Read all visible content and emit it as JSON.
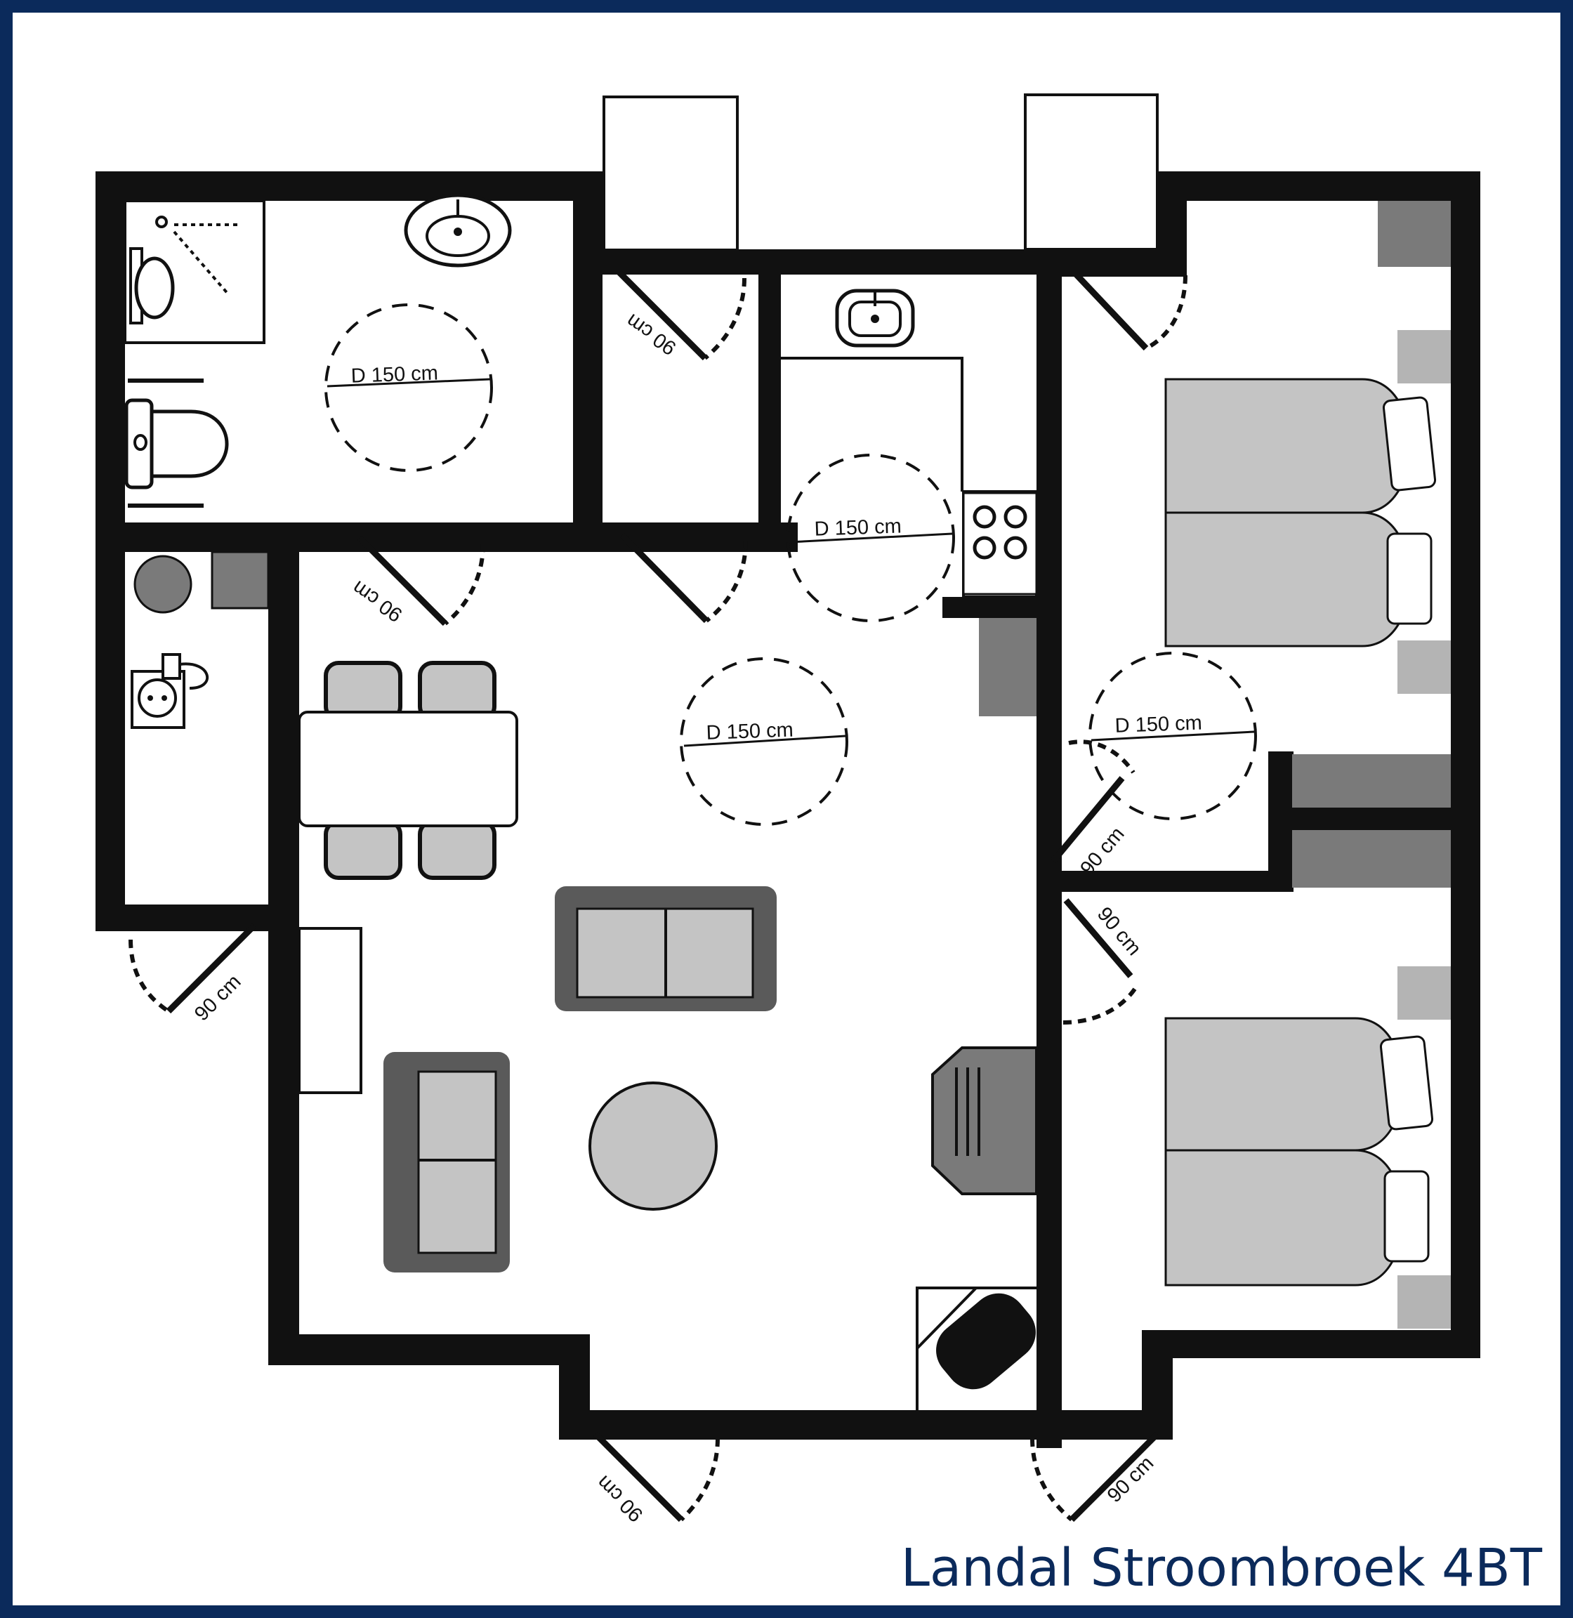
{
  "title": "Landal Stroombroek 4BT",
  "labels": {
    "turning_circle": "D 150 cm",
    "door_width": "90 cm"
  },
  "colors": {
    "frame": "#0b2a5b",
    "wall": "#111111",
    "dark_fill": "#7a7a7a",
    "mid_fill": "#a9a9a9",
    "light_fill": "#c4c4c4",
    "sofa_frame": "#5a5a5a"
  },
  "icons": [
    "sink-icon",
    "shower-icon",
    "toilet-icon",
    "stove-icon",
    "power-socket-icon",
    "washing-machine-icon"
  ]
}
